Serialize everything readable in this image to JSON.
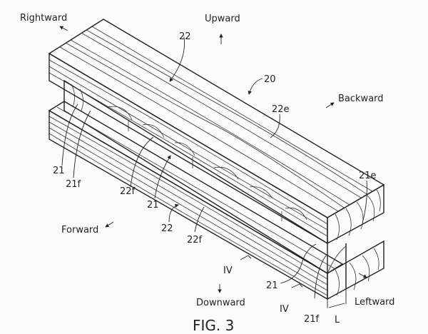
{
  "figure": {
    "caption": "FIG. 3",
    "directions": {
      "rightward": "Rightward",
      "upward": "Upward",
      "backward": "Backward",
      "forward": "Forward",
      "downward": "Downward",
      "leftward": "Leftward"
    },
    "reference_labels": {
      "assembly": "20",
      "upper_member": "22",
      "upper_end": "22e",
      "middle_left": "21",
      "middle_face_left": "21f",
      "end_21e": "21e",
      "face_22f_upper": "22f",
      "middle_center": "21",
      "lower_member": "22",
      "face_22f_lower": "22f",
      "middle_right": "21",
      "middle_face_right": "21f",
      "section_mark_upper": "IV",
      "section_mark_lower": "IV",
      "length": "L"
    },
    "colors": {
      "line": "#222222",
      "background": "#fbfbfb"
    }
  }
}
